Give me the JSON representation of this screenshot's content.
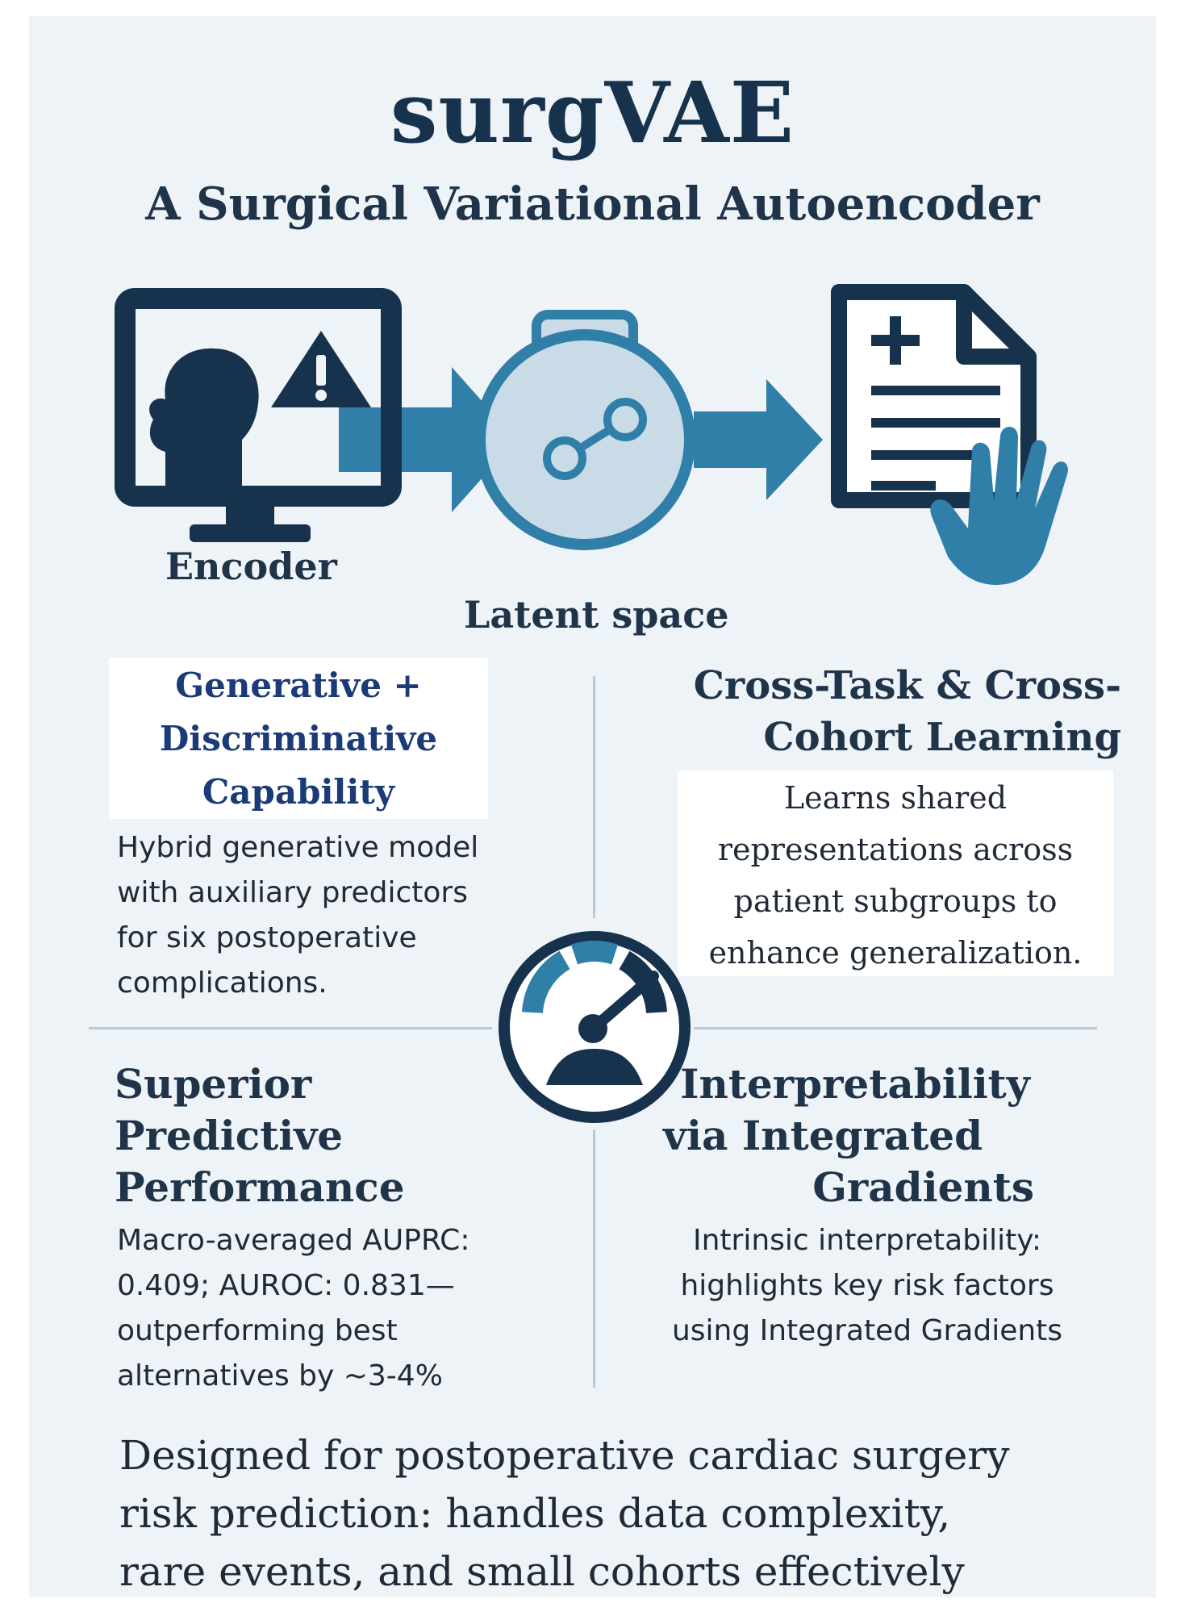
{
  "header": {
    "title": "surgVAE",
    "subtitle": "A Surgical Variational Autoencoder"
  },
  "pipeline": {
    "encoder_label": "Encoder",
    "latent_label": "Latent space",
    "icons": [
      "monitor-patient-warning-icon",
      "arrow-right-icon",
      "latent-flask-icon",
      "arrow-right-icon",
      "medical-document-hand-icon"
    ]
  },
  "features": {
    "generative": {
      "title_lines": [
        "Generative +",
        "Discriminative",
        "Capability"
      ],
      "body_lines": [
        "Hybrid generative model",
        "with auxiliary predictors",
        "for six postoperative",
        "complications."
      ]
    },
    "cross_task": {
      "title_lines": [
        "Cross-Task & Cross-",
        "Cohort Learning"
      ],
      "body_lines": [
        "Learns shared",
        "representations across",
        "patient subgroups to",
        "enhance generalization."
      ]
    },
    "superior": {
      "title_lines": [
        "Superior",
        "Predictive",
        "Performance"
      ],
      "body_lines": [
        "Macro-averaged AUPRC:",
        "0.409; AUROC: 0.831—",
        "outperforming best",
        "alternatives by ~3-4%"
      ]
    },
    "interpretability": {
      "title_lines": [
        "Interpretability",
        "via Integrated",
        "Gradients"
      ],
      "body_lines": [
        "Intrinsic interpretability:",
        "highlights key risk factors",
        "using Integrated Gradients"
      ]
    },
    "center_icon": "speedometer-gauge-icon"
  },
  "footer": {
    "lines": [
      "Designed for postoperative cardiac surgery",
      "risk prediction: handles data complexity,",
      "rare events, and small cohorts effectively"
    ]
  },
  "colors": {
    "navy": "#17324d",
    "teal": "#2f7fa8",
    "light_blue": "#c9dbe7",
    "heading_blue": "#1b3a78",
    "panel_bg": "#eef3f7"
  }
}
